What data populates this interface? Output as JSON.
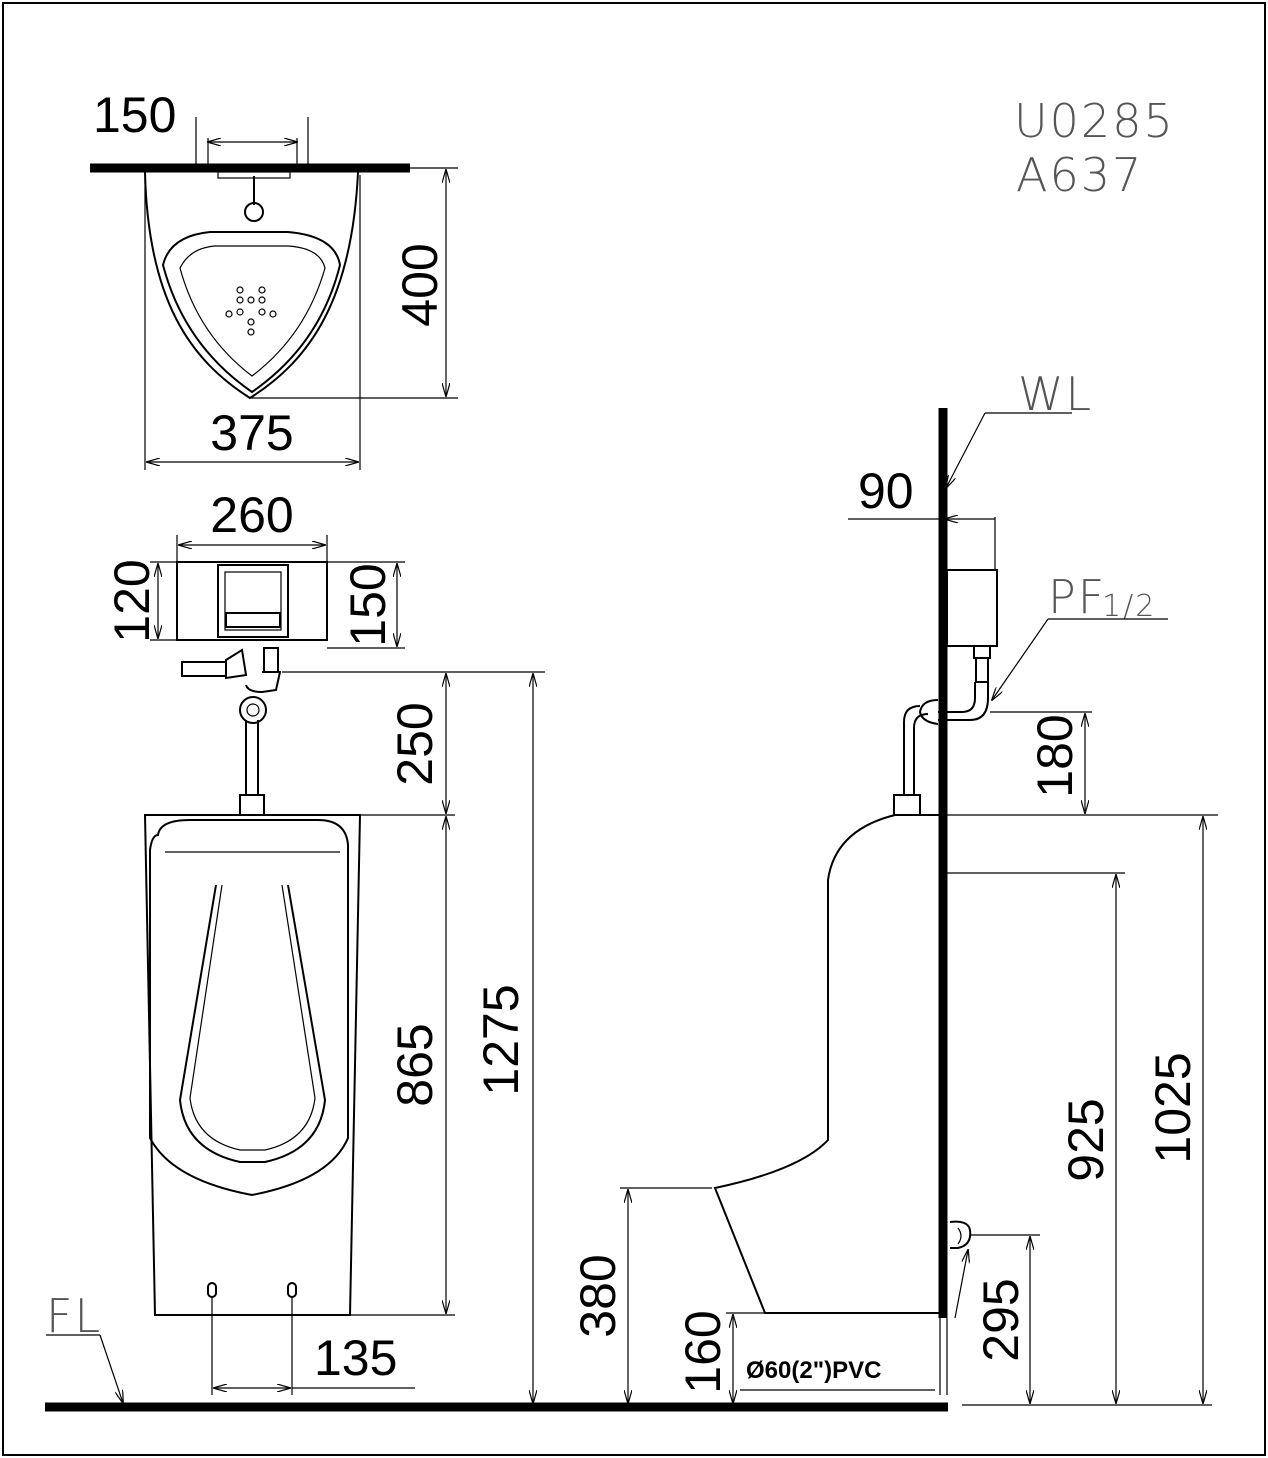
{
  "model": {
    "code": "U0285",
    "variant": "A637"
  },
  "labels": {
    "wall_line": "WL",
    "floor_line": "FL",
    "pipe_thread": "PF",
    "pipe_thread_sub": "1/2",
    "drain": "Ø60(2\")PVC"
  },
  "dimensions": {
    "top_spud_width": "150",
    "top_depth": "400",
    "top_width": "375",
    "valve_width": "260",
    "valve_height_left": "120",
    "valve_height_right": "150",
    "valve_to_urinal": "250",
    "urinal_height": "865",
    "total_height": "1275",
    "spud_offset_width": "135",
    "side_lip_height": "380",
    "side_drain_height": "160",
    "side_wall_offset": "90",
    "side_valve_drop": "180",
    "side_outlet_height": "295",
    "side_hanger_height": "925",
    "side_top_height": "1025"
  }
}
